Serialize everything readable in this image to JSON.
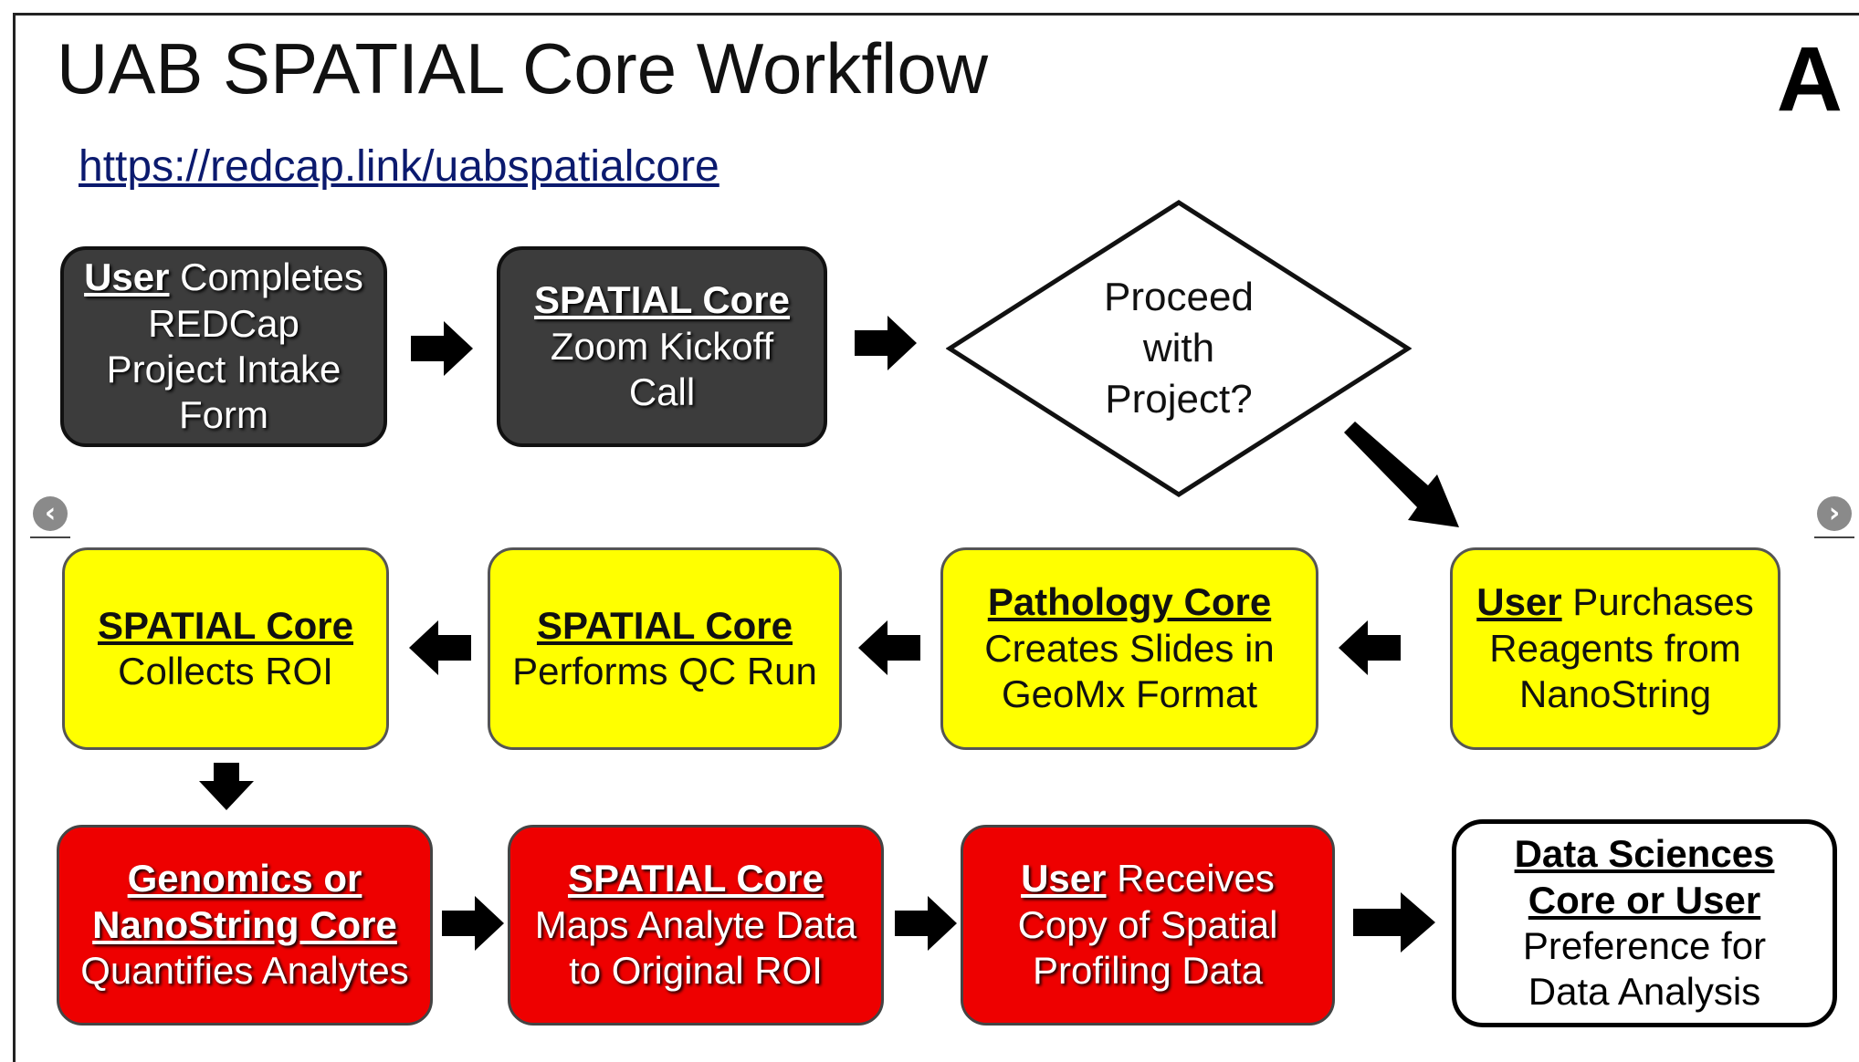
{
  "title": "UAB SPATIAL Core Workflow",
  "panel_letter": "A",
  "link": "https://redcap.link/uabspatialcore",
  "boxes": {
    "intake": {
      "bold": "User",
      "l1": " Completes",
      "l2": "REDCap",
      "l3": "Project Intake",
      "l4": "Form"
    },
    "kickoff": {
      "bold": "SPATIAL Core",
      "l2": "Zoom Kickoff",
      "l3": "Call"
    },
    "decision": {
      "l1": "Proceed",
      "l2": "with",
      "l3": "Project?"
    },
    "purchase": {
      "bold": "User",
      "l1": " Purchases",
      "l2": "Reagents from",
      "l3": "NanoString"
    },
    "slides": {
      "bold": "Pathology Core",
      "l2": "Creates Slides in",
      "l3": "GeoMx Format"
    },
    "qc": {
      "bold": "SPATIAL Core",
      "l2": "Performs QC Run"
    },
    "roi": {
      "bold": "SPATIAL Core",
      "l2": "Collects ROI"
    },
    "quantify": {
      "bold1": "Genomics or",
      "bold2": "NanoString Core",
      "l3": "Quantifies Analytes"
    },
    "maps": {
      "bold": "SPATIAL Core",
      "l2": "Maps Analyte Data",
      "l3": "to Original ROI"
    },
    "receives": {
      "bold": "User",
      "l1": " Receives",
      "l2": "Copy of Spatial",
      "l3": "Profiling Data"
    },
    "analysis": {
      "bold1": "Data Sciences",
      "bold2": "Core or User",
      "l3": "Preference for",
      "l4": "Data Analysis"
    }
  },
  "nav": {
    "prev_icon": "chevron-left-icon",
    "next_icon": "chevron-right-icon"
  },
  "colors": {
    "dark": "#3c3c3c",
    "yellow": "#ffff00",
    "red": "#ee0000",
    "white": "#ffffff"
  }
}
